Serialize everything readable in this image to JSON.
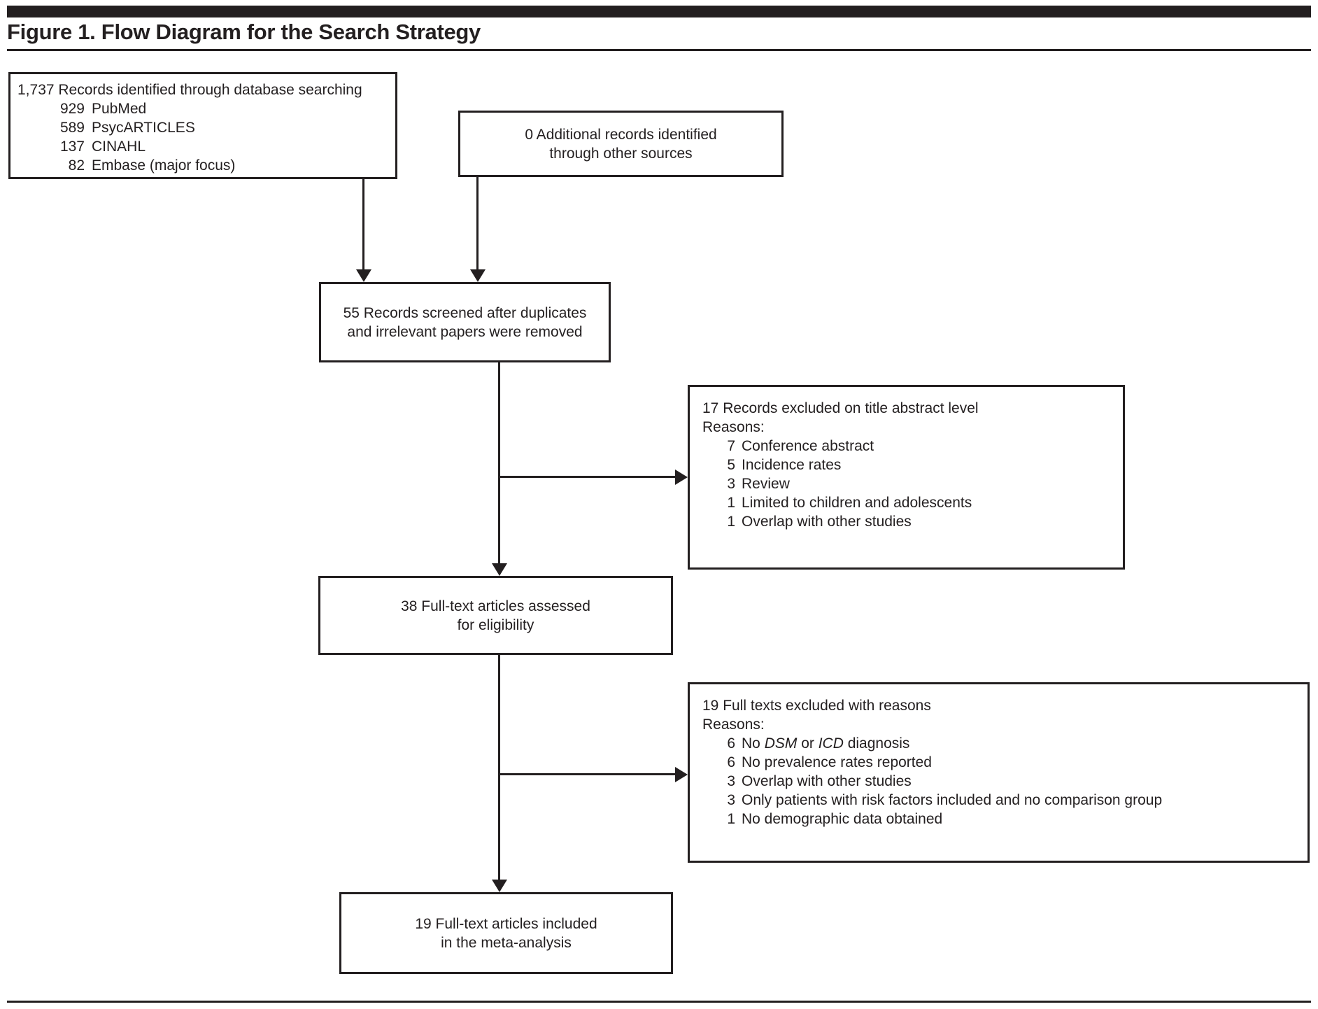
{
  "page": {
    "figure_title": "Figure 1. Flow Diagram for the Search Strategy"
  },
  "colors": {
    "ink": "#231f20",
    "background": "#ffffff"
  },
  "diagram": {
    "box_identified": {
      "heading": "1,737 Records identified through database searching",
      "sources": [
        {
          "num": "929",
          "label": "PubMed"
        },
        {
          "num": "589",
          "label": "PsycARTICLES"
        },
        {
          "num": "137",
          "label": "CINAHL"
        },
        {
          "num": "82",
          "label": "Embase (major focus)"
        }
      ]
    },
    "box_additional": {
      "line1": "0 Additional records identified",
      "line2": "through other sources"
    },
    "box_screened": {
      "line1": "55 Records screened after duplicates",
      "line2": "and irrelevant papers were removed"
    },
    "box_excluded_title_abstract": {
      "heading": "17 Records excluded on title abstract level",
      "reasons_label": "Reasons:",
      "reasons": [
        {
          "num": "7",
          "label": "Conference abstract"
        },
        {
          "num": "5",
          "label": "Incidence rates"
        },
        {
          "num": "3",
          "label": "Review"
        },
        {
          "num": "1",
          "label": "Limited to children and adolescents"
        },
        {
          "num": "1",
          "label": "Overlap with other studies"
        }
      ]
    },
    "box_fulltext_assessed": {
      "line1": "38 Full-text articles assessed",
      "line2": "for eligibility"
    },
    "box_fulltext_excluded": {
      "heading": "19 Full texts excluded with reasons",
      "reasons_label": "Reasons:",
      "reasons": [
        {
          "num": "6",
          "label": "No *DSM* or *ICD* diagnosis"
        },
        {
          "num": "6",
          "label": "No prevalence rates reported"
        },
        {
          "num": "3",
          "label": "Overlap with other studies"
        },
        {
          "num": "3",
          "label": "Only patients with risk factors included and no comparison group"
        },
        {
          "num": "1",
          "label": "No demographic data obtained"
        }
      ]
    },
    "box_included": {
      "line1": "19 Full-text articles included",
      "line2": "in the meta-analysis"
    }
  }
}
